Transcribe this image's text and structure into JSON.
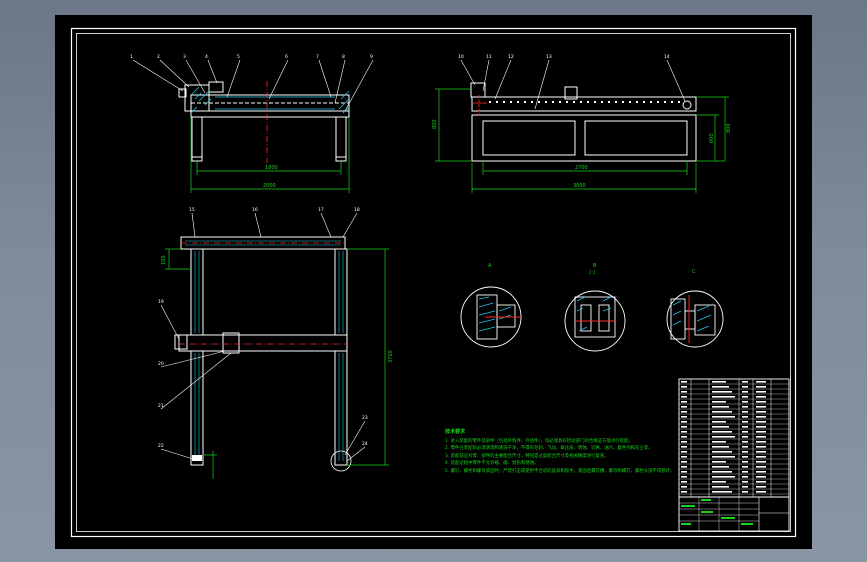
{
  "theme": {
    "background": "#000000",
    "outline": "#ffffff",
    "dimension": "#19d419",
    "leader": "#ffffff",
    "centerline": "#ff2a2a",
    "hatch": "#1cc6e6",
    "frame": "#ffffff"
  },
  "front_view": {
    "balloons": [
      "1",
      "2",
      "3",
      "4",
      "5",
      "6",
      "7",
      "8",
      "9"
    ],
    "dim_inner": "1800",
    "dim_overall": "2000"
  },
  "side_view": {
    "balloons": [
      "10",
      "11",
      "12",
      "13",
      "14"
    ],
    "dim_inner": "2700",
    "dim_overall": "3000",
    "dim_left": "800",
    "dim_right_inner": "600",
    "dim_right_outer": "800"
  },
  "top_view": {
    "balloons_top": [
      "15",
      "16",
      "17",
      "18"
    ],
    "balloons_left": [
      "19",
      "20",
      "21",
      "22"
    ],
    "balloons_right": [
      "23",
      "24"
    ],
    "dim_height": "3700",
    "dim_small": "100"
  },
  "details": [
    {
      "label": "A",
      "scale": ""
    },
    {
      "label": "B",
      "scale": "2:1"
    },
    {
      "label": "C",
      "scale": ""
    }
  ],
  "notes": {
    "title": "技术要求",
    "lines": [
      "1. 进入装配的零件及部件（包括外购件、外协件），均必须具有检验部门的合格证方能进行装配。",
      "2. 零件在装配前必须清理和清洗干净，不得有毛刺、飞边、氧化皮、锈蚀、切屑、油污、着色剂和灰尘等。",
      "3. 装配前应对零、部件的主要配合尺寸，特别是过盈配合尺寸及相关精度进行复查。",
      "4. 装配过程中零件不允许磕、碰、划伤和锈蚀。",
      "5. 螺钉、螺栓和螺母紧固时，严禁打击或使用不合适的旋具和扳手。紧固后螺钉槽、螺母和螺钉、螺栓头部不得损坏。"
    ]
  }
}
